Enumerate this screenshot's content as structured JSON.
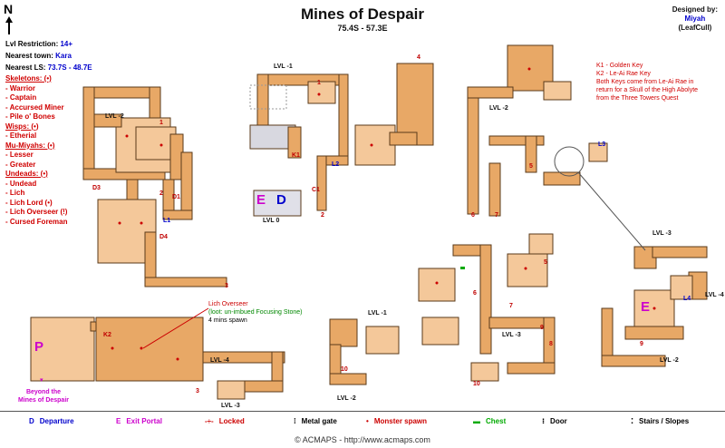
{
  "header": {
    "title": "Mines of Despair",
    "coords": "75.4S - 57.3E",
    "designed_by_label": "Designed by:",
    "designer_name": "Miyah",
    "designer_sub": "(LeafCull)",
    "north": "N"
  },
  "info": {
    "lvl_label": "Lvl Restriction:",
    "lvl_value": "14+",
    "town_label": "Nearest town:",
    "town_value": "Kara",
    "ls_label": "Nearest LS:",
    "ls_value": "73.7S - 48.7E"
  },
  "monsters": [
    {
      "text": "Skeletons: (•)",
      "header": true
    },
    {
      "text": "- Warrior"
    },
    {
      "text": "- Captain"
    },
    {
      "text": "- Accursed Miner"
    },
    {
      "text": "- Pile o' Bones"
    },
    {
      "text": "Wisps: (•)",
      "header": true
    },
    {
      "text": "- Etherial"
    },
    {
      "text": "Mu-Miyahs: (•)",
      "header": true
    },
    {
      "text": "- Lesser"
    },
    {
      "text": "- Greater"
    },
    {
      "text": "Undeads: (•)",
      "header": true
    },
    {
      "text": "- Undead"
    },
    {
      "text": "- Lich"
    },
    {
      "text": "- Lich Lord (•)"
    },
    {
      "text": "- Lich Overseer (!)"
    },
    {
      "text": "- Cursed Foreman"
    }
  ],
  "keys_note": {
    "k1": "K1 - Golden Key",
    "k2": "K2 - Le-Ai Rae Key",
    "line1": "Both Keys come from Le-Ai Rae in",
    "line2": "return for a Skull of the High Abolyte",
    "line3": "from the Three Towers Quest"
  },
  "boss_note": {
    "line1": "Lich Overseer",
    "line2": "(loot: un-imbued Focusing Stone)",
    "line3": "4 mins spawn"
  },
  "map_labels": {
    "lvl_minus1": "LVL -1",
    "lvl_minus2": "LVL -2",
    "lvl_minus3": "LVL -3",
    "lvl_minus4": "LVL -4",
    "lvl_0": "LVL 0",
    "beyond1": "Beyond the",
    "beyond2": "Mines of Despair",
    "portal_p": "P",
    "portal_e": "E",
    "portal_d": "D",
    "k1": "K1",
    "k2": "K2",
    "l1": "L1",
    "l2": "L2",
    "l3": "L3",
    "l4": "L4",
    "n1": "1",
    "n2": "2",
    "n3": "3",
    "n4": "4",
    "n5": "5",
    "n6": "6",
    "n7": "7",
    "n8": "8",
    "n9": "9",
    "n10": "10",
    "d1": "D1",
    "d3": "D3",
    "d4": "D4",
    "c1": "C1"
  },
  "legend": [
    {
      "symbol": "D",
      "label": "Departure",
      "color": "#0000cc"
    },
    {
      "symbol": "E",
      "label": "Exit Portal",
      "color": "#cc00cc"
    },
    {
      "symbol": "-÷-",
      "label": "Locked",
      "color": "#cc0000"
    },
    {
      "symbol": "⁞",
      "label": "Metal gate",
      "color": "#000000"
    },
    {
      "symbol": "•",
      "label": "Monster spawn",
      "color": "#cc0000"
    },
    {
      "symbol": "▬",
      "label": "Chest",
      "color": "#00aa00"
    },
    {
      "symbol": "⁝",
      "label": "Door",
      "color": "#000000"
    },
    {
      "symbol": "⁚",
      "label": "Stairs / Slopes",
      "color": "#000000"
    }
  ],
  "copyright": "© ACMAPS - http://www.acmaps.com",
  "colors": {
    "corridor": "#e8a866",
    "room": "#f4c89a",
    "outline": "#5a3a1a",
    "spawn": "#cc0000",
    "accent_blue": "#0000cc",
    "accent_magenta": "#cc00cc"
  }
}
